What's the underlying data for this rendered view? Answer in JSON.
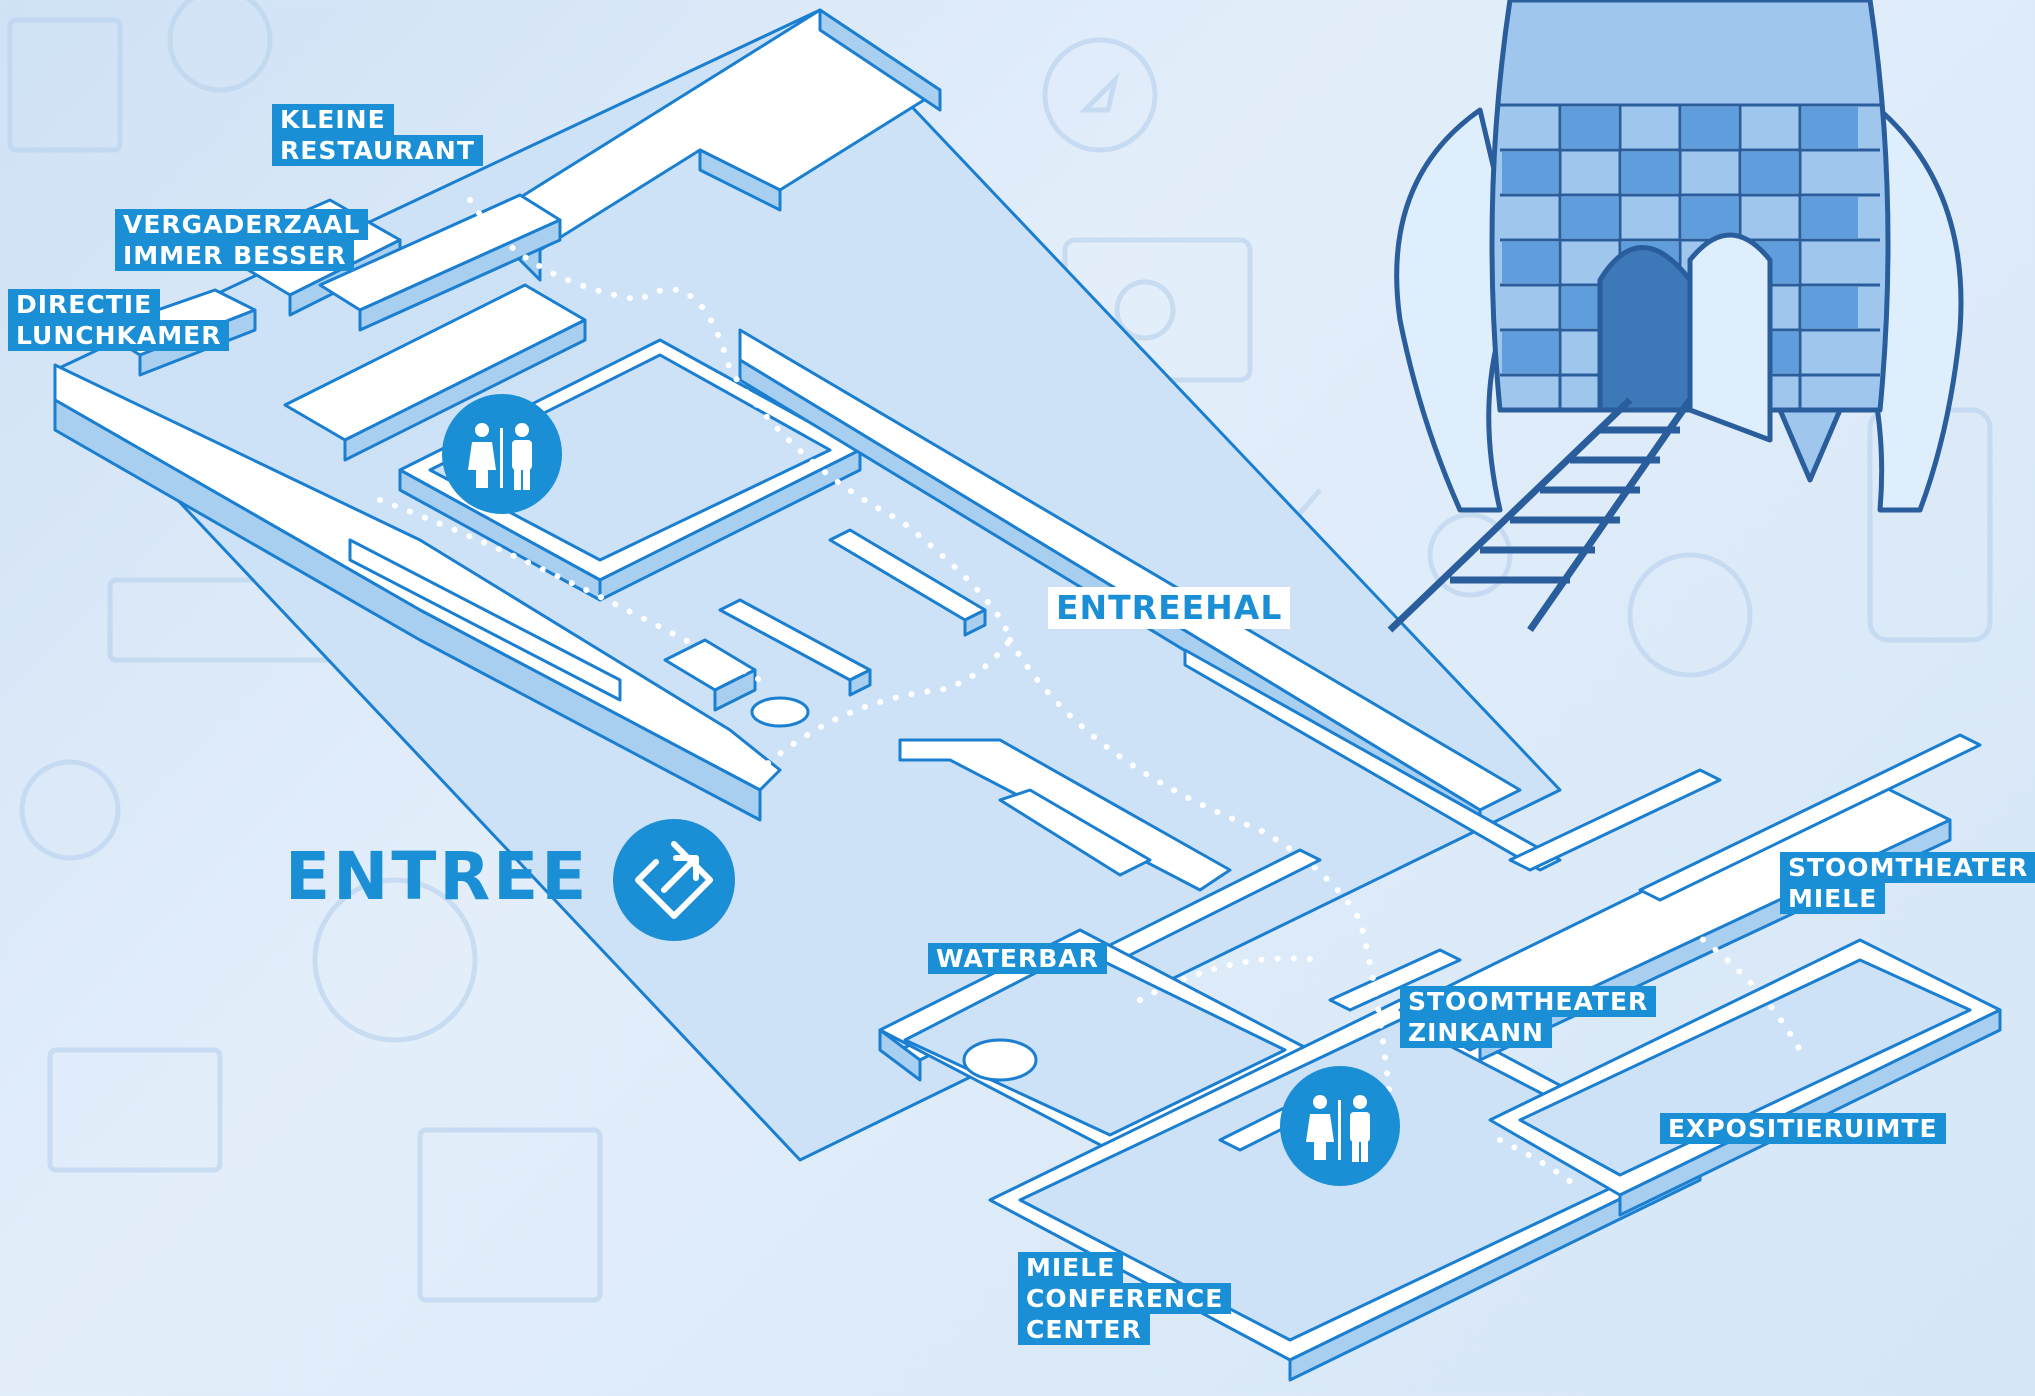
{
  "labels": {
    "kleine_restaurant": [
      "KLEINE",
      "RESTAURANT"
    ],
    "vergaderzaal": [
      "VERGADERZAAL",
      "IMMER BESSER"
    ],
    "directie": [
      "DIRECTIE",
      "LUNCHKAMER"
    ],
    "entreehal": "ENTREEHAL",
    "entree": "ENTREE",
    "waterbar": "WATERBAR",
    "stoomtheater_zinkann": [
      "STOOMTHEATER",
      "ZINKANN"
    ],
    "stoomtheater_miele": [
      "STOOMTHEATER",
      "MIELE"
    ],
    "expositieruimte": "EXPOSITIERUIMTE",
    "miele_conference": [
      "MIELE",
      "CONFERENCE",
      "CENTER"
    ]
  },
  "icons": {
    "entrance": "entrance-arrow-icon",
    "restroom": "restroom-icon",
    "rocket": "rocket-illustration"
  },
  "colors": {
    "accent": "#1a8fd6",
    "wall_top": "#ffffff",
    "wall_side": "#a9cff0",
    "floor": "#c6ddf4",
    "outline": "#1a7fd0"
  }
}
